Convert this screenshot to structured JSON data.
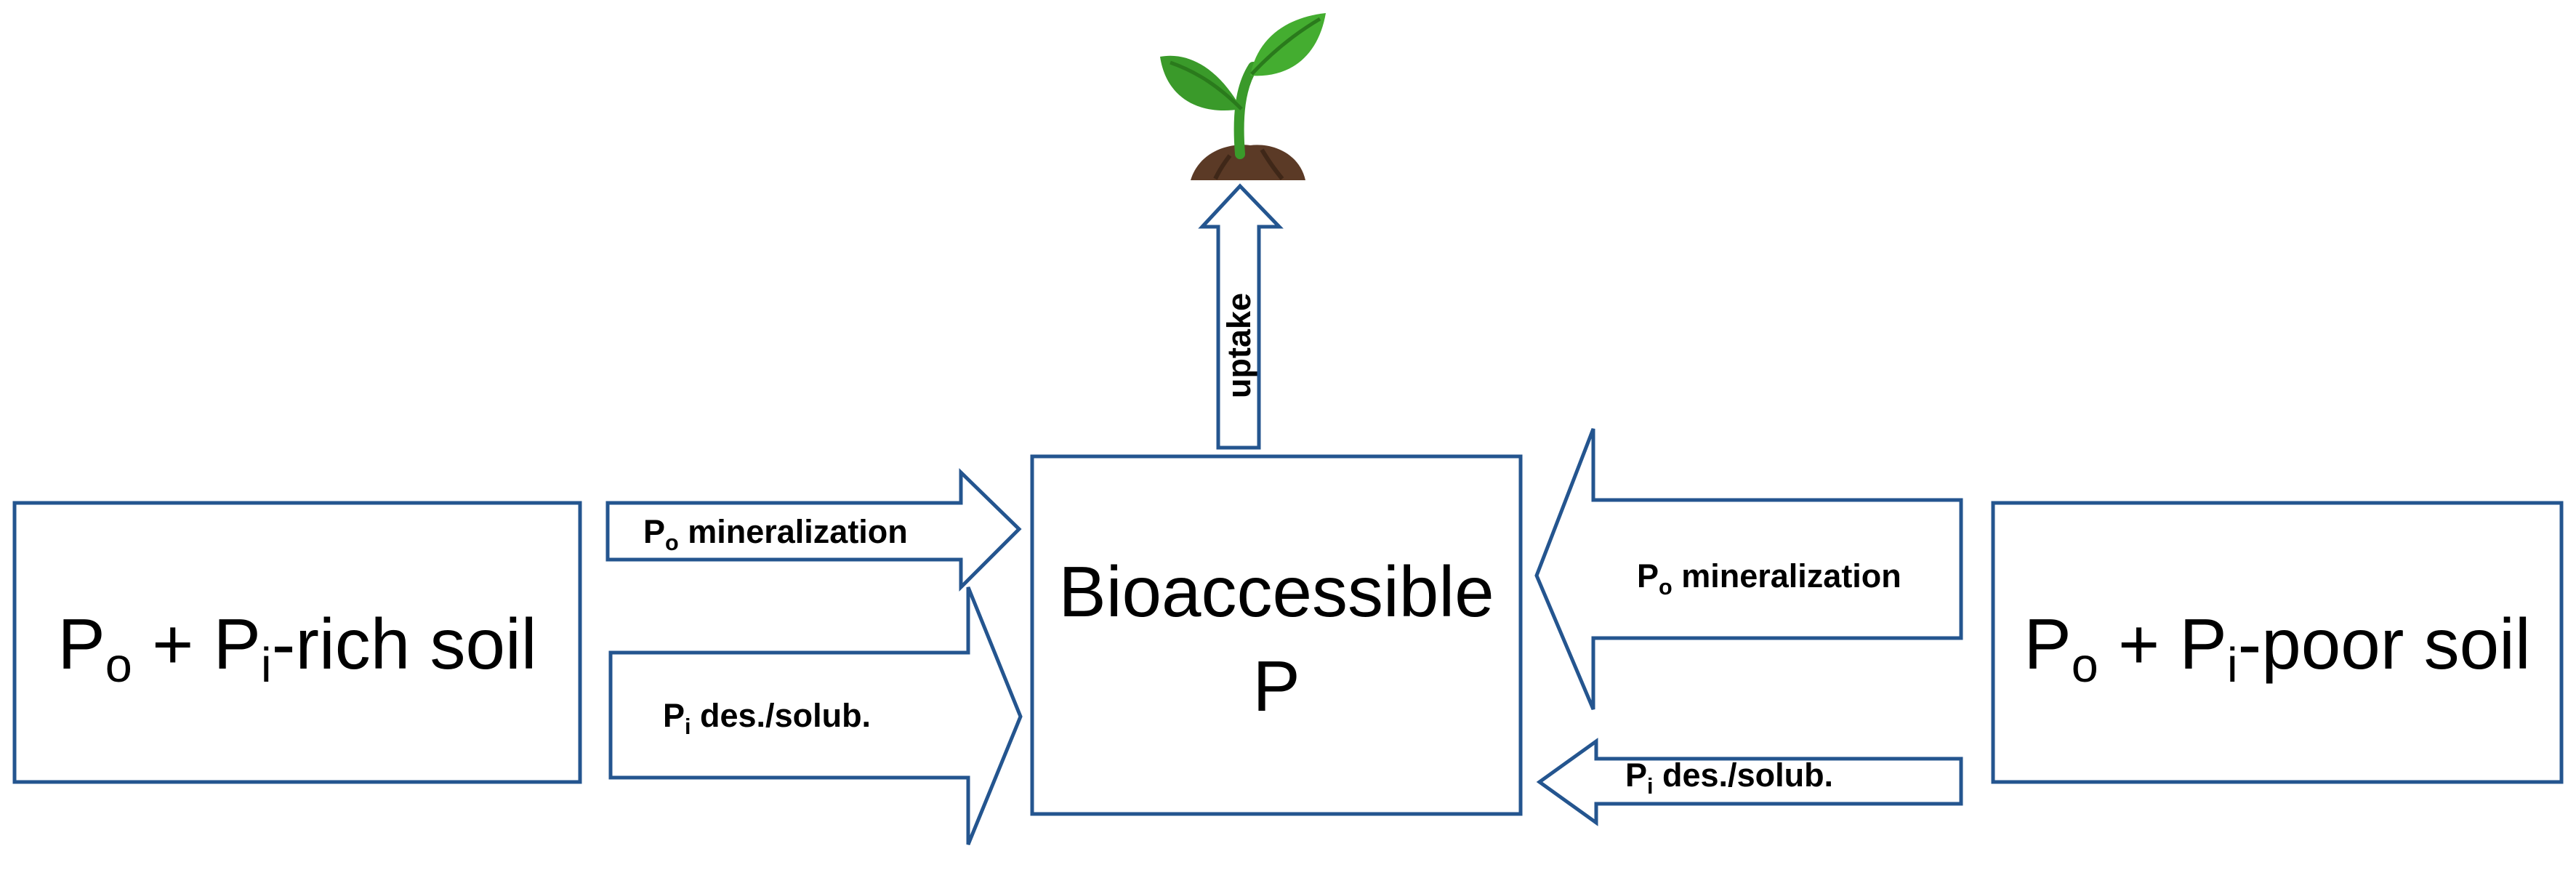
{
  "colors": {
    "outline": "#24558f",
    "background": "#ffffff",
    "text": "#000000",
    "leaf": "#3a9a2a",
    "soil": "#5b3a26"
  },
  "left_box": {
    "p": "P",
    "o": "o",
    "plus": " + P",
    "i": "i",
    "rest": "-rich soil"
  },
  "center_box": {
    "line1": "Bioaccessible",
    "line2": "P"
  },
  "right_box": {
    "p": "P",
    "o": "o",
    "plus": " + P",
    "i": "i",
    "rest": "-poor soil"
  },
  "arrows": {
    "left_top": {
      "p": "P",
      "sub": "o",
      "rest": " mineralization"
    },
    "left_bottom": {
      "p": "P",
      "sub": "i",
      "rest": " des./solub."
    },
    "right_top": {
      "p": "P",
      "sub": "o",
      "rest": " mineralization"
    },
    "right_bottom": {
      "p": "P",
      "sub": "i",
      "rest": " des./solub."
    },
    "up": {
      "label": "uptake"
    }
  },
  "icons": {
    "plant": "plant-seedling-icon"
  }
}
